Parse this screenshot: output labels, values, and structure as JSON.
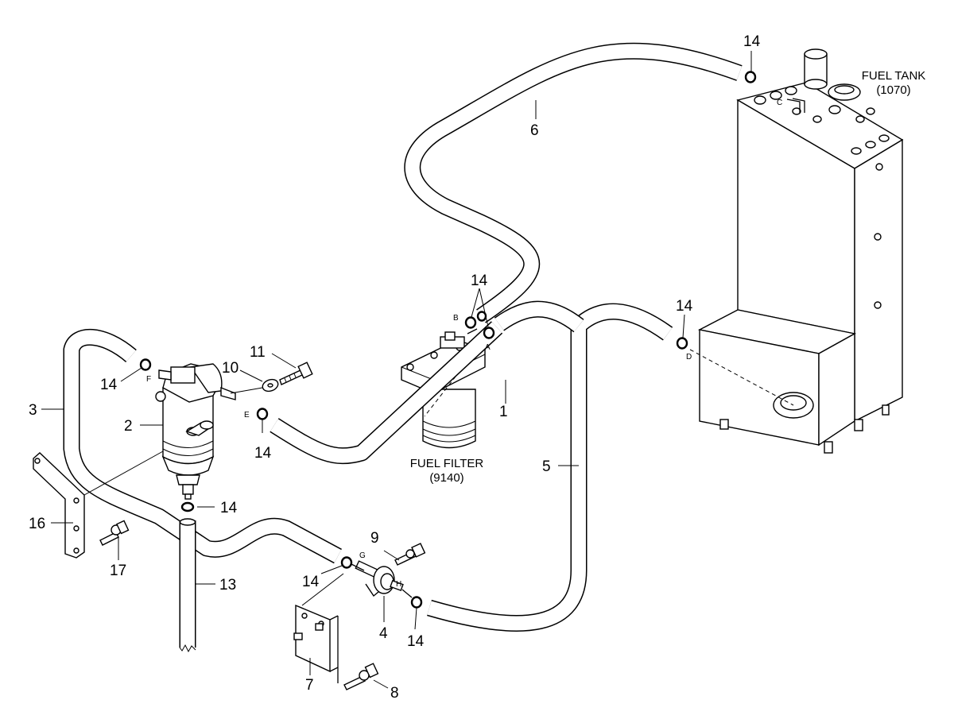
{
  "components": {
    "fuel_tank": {
      "name": "FUEL TANK",
      "ref": "(1070)"
    },
    "fuel_filter": {
      "name": "FUEL FILTER",
      "ref": "(9140)"
    }
  },
  "callouts": {
    "n1": "1",
    "n2": "2",
    "n3": "3",
    "n4": "4",
    "n5": "5",
    "n6": "6",
    "n7": "7",
    "n8": "8",
    "n9": "9",
    "n10": "10",
    "n11": "11",
    "n13": "13",
    "n16": "16",
    "n17": "17",
    "n14": "14"
  },
  "connection_letters": {
    "a": "A",
    "b": "B",
    "c": "C",
    "d": "D",
    "e": "E",
    "f": "F",
    "g": "G",
    "h": "H"
  }
}
